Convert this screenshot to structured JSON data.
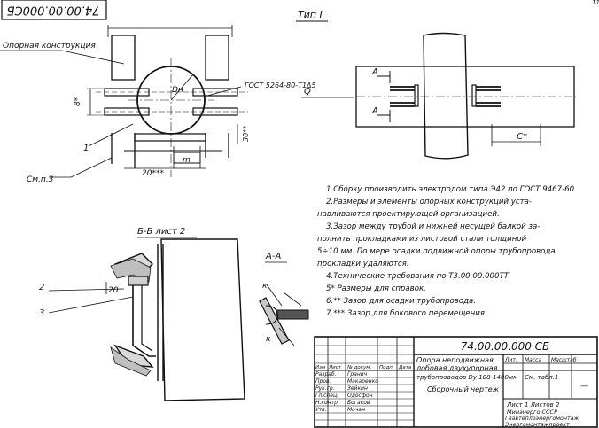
{
  "doc_code_rotated": "74.00.00.000СБ",
  "page_num": "11",
  "type_label": "Тип I",
  "left_view": {
    "support_label": "Опорная конструкция",
    "gost": "ГОСТ 5264-80-Т1Δ5",
    "dim_d": "Dн",
    "dim_b": "8*",
    "dim_30": "30**",
    "dim_m": "m",
    "dim_20": "20***",
    "callout_1": "1",
    "note_ref": "См.п.3"
  },
  "right_view": {
    "arrow_a": "А",
    "dim_q": "Q",
    "dim_c": "С*"
  },
  "notes": [
    "1.Сборку производить электродом типа Э42 по ГОСТ 9467-60",
    "2.Размеры и элементы опорных конструкций уста-",
    "навливаются проектирующей организацией.",
    "3.Зазор между трубой и нижней несущей балкой за-",
    "полнить прокладками из листовой стали толщиной",
    "5÷10 мм. По мере осадки подвижной опоры трубопровода",
    "прокладки удаляются.",
    "4.Технические требования по Т3.00.00.000ТТ",
    "5* Размеры для справок.",
    "6.** Зазор для осадки трубопровода.",
    "7.*** Зазор для бокового перемещения."
  ],
  "section_bb": "Б-Б лист 2",
  "section_aa": "А-А",
  "bb_callouts": [
    "2",
    "3",
    "20"
  ],
  "aa_dims": [
    "к",
    "к"
  ],
  "title_block": {
    "code": "74.00.00.000 СБ",
    "title_line1": "Опора неподвижная",
    "title_line2": "лобовая двухупорная",
    "title_line3": "трубопроводов Dу 108-1400мм",
    "title_line4": "Сборочный чертеж",
    "col_headers": [
      "Изм",
      "Лист",
      "№ докум.",
      "Подп.",
      "Дата"
    ],
    "roles": [
      "Разраб.",
      "Пров.",
      "Рук.гр.",
      "Гл.спец.",
      "Н.контр.",
      "Утв."
    ],
    "names": [
      "Гранич",
      "Макаренко",
      "Зейкин",
      "Одосфон",
      "Богаков",
      "Мочан"
    ],
    "lit_headers": [
      "Лит.",
      "Масса",
      "Масштаб"
    ],
    "lit_value": "См. табл.1",
    "scale": "—",
    "sheet_text": "Лист 1 Листов 2",
    "org_line1": "Минэнерго СССР",
    "org_line2": "Главтеплоэнергомонтаж",
    "org_line3": "Энергомонтажпроект"
  }
}
